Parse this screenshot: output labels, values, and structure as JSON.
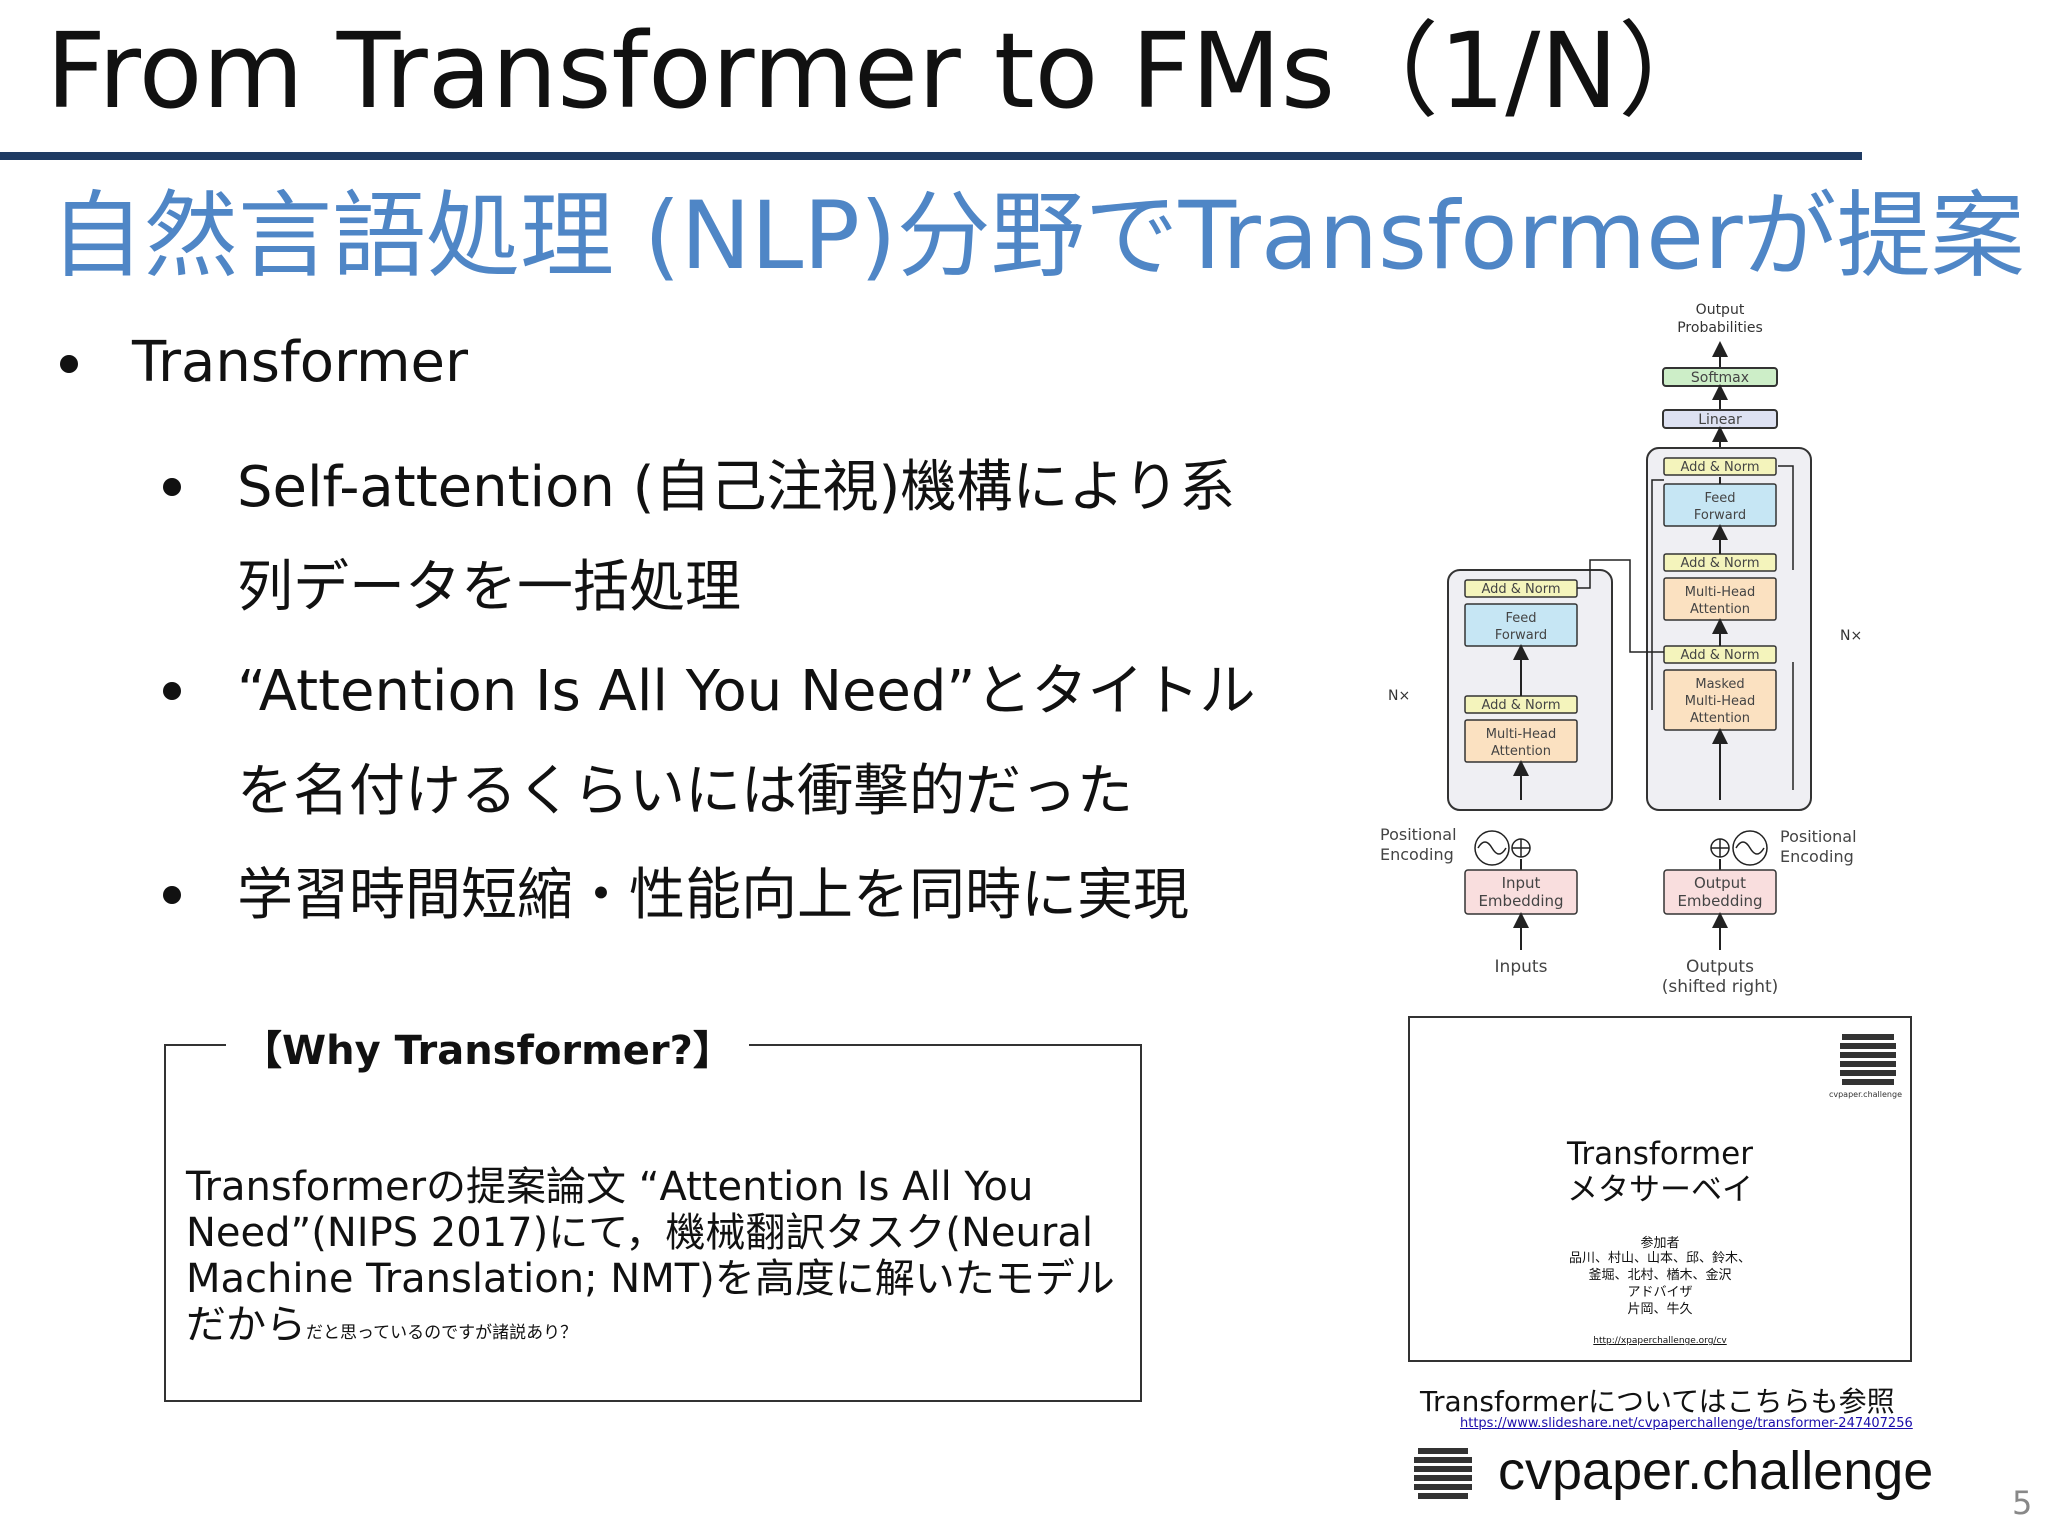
{
  "slide": {
    "title": "From Transformer to FMs（1/N）",
    "subtitle": "自然言語処理 (NLP)分野でTransformerが提案",
    "page_number": "5"
  },
  "bullets": {
    "level1": "Transformer",
    "level2": [
      "Self-attention (自己注視)機構により系列データを一括処理",
      "“Attention Is All You Need”とタイトルを名付けるくらいには衝撃的だった",
      "学習時間短縮・性能向上を同時に実現"
    ]
  },
  "why_box": {
    "title": "【Why Transformer?】",
    "body": "Transformerの提案論文 “Attention Is All You Need”(NIPS 2017)にて，機械翻訳タスク(Neural Machine Translation; NMT)を高度に解いたモデルだから",
    "note": "だと思っているのですが諸説あり？"
  },
  "diagram": {
    "output_probabilities": "Output Probabilities",
    "softmax": "Softmax",
    "linear": "Linear",
    "add_norm": "Add & Norm",
    "feed_forward": "Feed Forward",
    "multi_head_attention": "Multi-Head Attention",
    "masked_multi_head_attention": "Masked Multi-Head Attention",
    "nx": "N×",
    "positional_encoding": "Positional Encoding",
    "input_embedding": "Input Embedding",
    "output_embedding": "Output Embedding",
    "inputs": "Inputs",
    "outputs": "Outputs (shifted right)",
    "colors": {
      "attention": "#fbe1c1",
      "feed_forward": "#c6e6f4",
      "add_norm": "#f4f4bc",
      "embedding": "#f9dede",
      "softmax": "#cdeec8",
      "linear": "#dde1f2",
      "stack": "#efeff3"
    }
  },
  "reference": {
    "thumb_brand": "cvpaper.challenge",
    "thumb_title_1": "Transformer",
    "thumb_title_2": "メタサーベイ",
    "thumb_participants_heading": "参加者",
    "thumb_participants": [
      "品川、村山、山本、邱、鈴木、",
      "釜堀、北村、楢木、金沢",
      "アドバイザ",
      "片岡、牛久"
    ],
    "thumb_url": "http://xpaperchallenge.org/cv",
    "text": "Transformerについてはこちらも参照",
    "link": "https://www.slideshare.net/cvpaperchallenge/transformer-247407256",
    "brand": "cvpaper.challenge"
  }
}
